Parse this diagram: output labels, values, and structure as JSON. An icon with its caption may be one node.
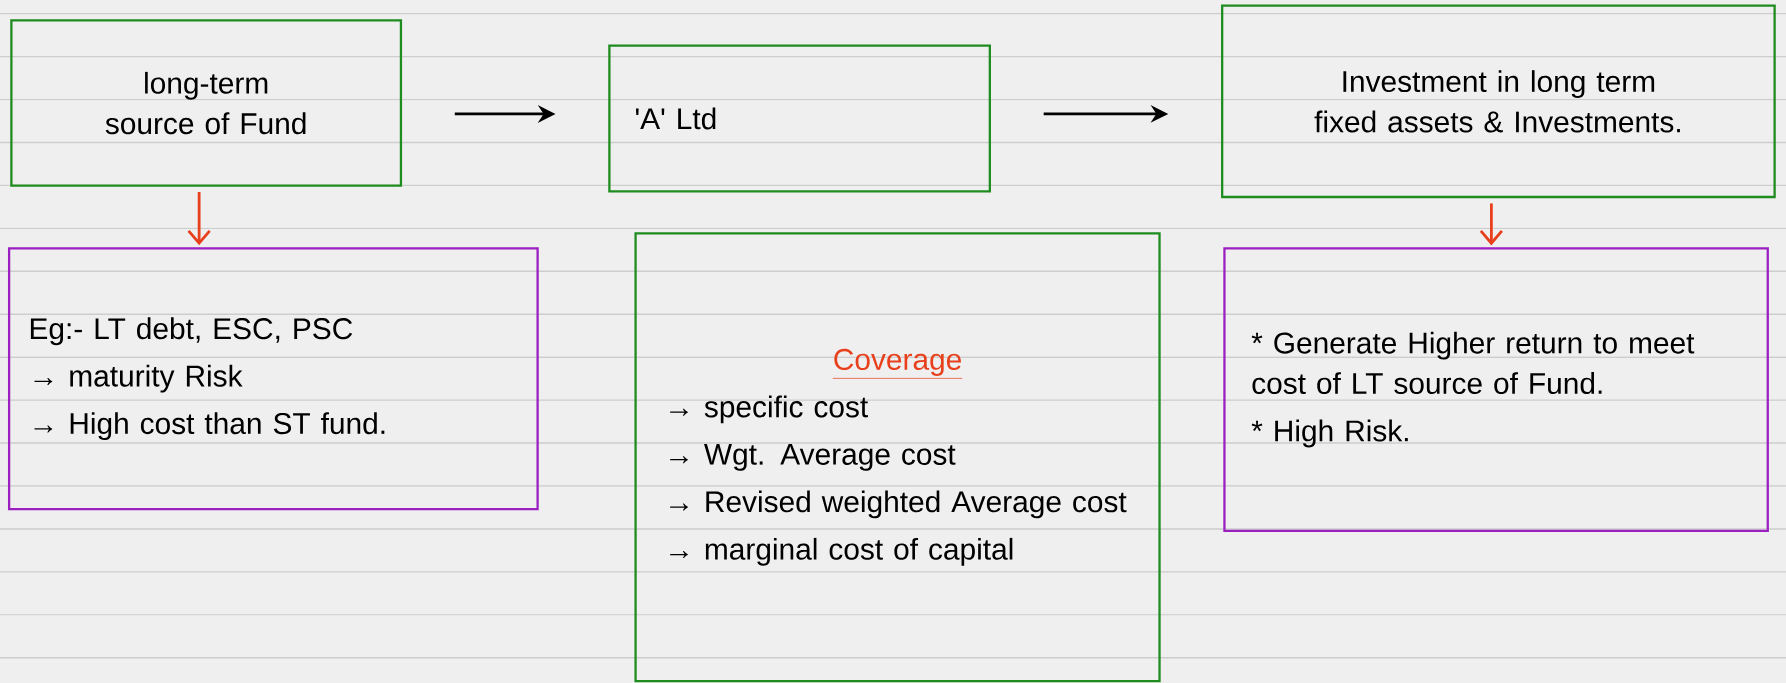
{
  "diagram": {
    "nodes": [
      {
        "text": [
          "long-term source of Fund"
        ]
      },
      {
        "text": [
          "'A' Ltd"
        ]
      },
      {
        "text": [
          "Investment in long term fixed assets & Investments."
        ]
      },
      {
        "text": [
          "Eg:- LT debt, ESC, PSC",
          "→ maturity Risk",
          "→ High cost than ST fund."
        ]
      },
      {
        "text": [
          "Coverage",
          "→ specific cost",
          "→ Wgt. Average cost",
          "→ Revised weighted Average cost",
          "→ marginal cost of capital"
        ]
      },
      {
        "text": [
          "* Generate Higher return to meet cost of LT source of Fund.",
          "* High Risk."
        ]
      }
    ],
    "edges": [
      {
        "from": 0,
        "to": 1,
        "arrow": "to"
      },
      {
        "from": 1,
        "to": 2,
        "arrow": "to"
      },
      {
        "from": 0,
        "to": 3,
        "arrow": "to",
        "color": "#e8401c"
      },
      {
        "from": 2,
        "to": 5,
        "arrow": "to",
        "color": "#e8401c"
      }
    ]
  }
}
